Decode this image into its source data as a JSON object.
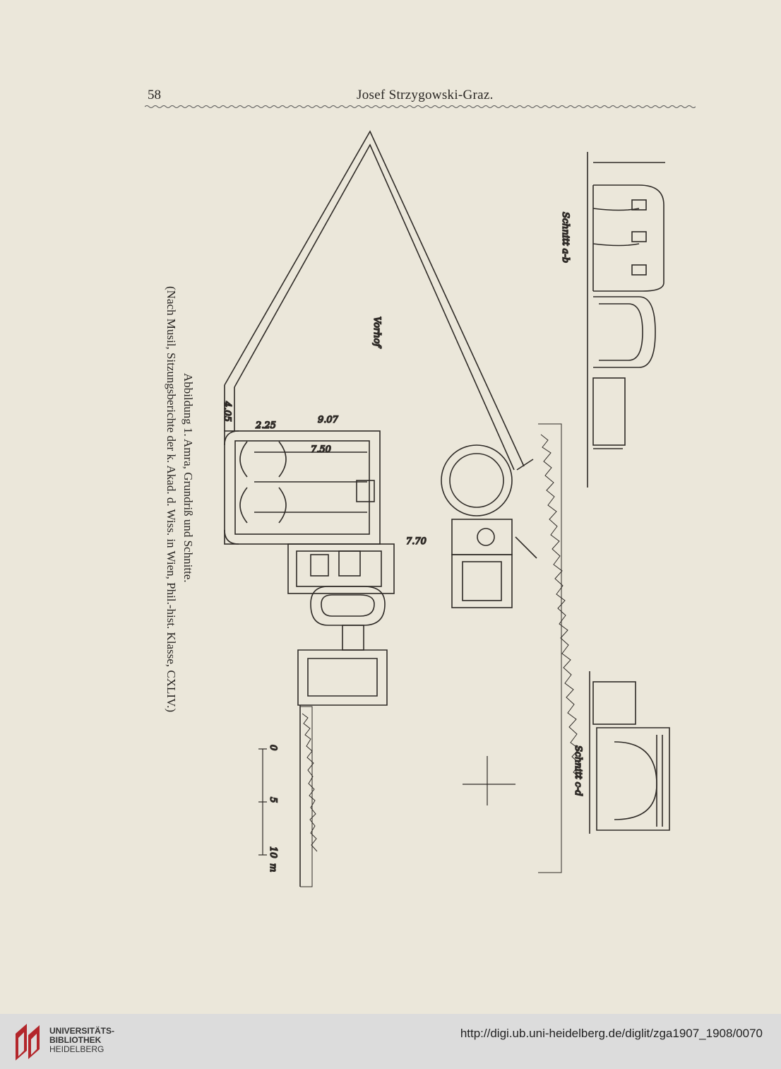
{
  "header": {
    "page_number": "58",
    "running_head": "Josef Strzygowski-Graz."
  },
  "figure": {
    "caption_line1": "Abbildung 1.  Amra, Grundriß und Schnitte.",
    "caption_line2": "(Nach Musil, Sitzungsberichte der k. Akad. d. Wiss. in Wien, Phil.-hist. Klasse, CXLIV.)",
    "labels": {
      "section_ab": "Schnitt a-b",
      "section_cd": "Schnitt c-d",
      "forecourt": "Vorhof",
      "dim_9_07": "9.07",
      "dim_7_50": "7.50",
      "dim_7_70": "7.70",
      "dim_4_05": "4.05",
      "dim_2_25": "2.25",
      "scale_0": "0",
      "scale_5": "5",
      "scale_10": "10",
      "scale_unit": "m"
    }
  },
  "footer": {
    "library_line1": "UNIVERSITÄTS-",
    "library_line2": "BIBLIOTHEK",
    "library_line3": "HEIDELBERG",
    "url": "http://digi.ub.uni-heidelberg.de/diglit/zga1907_1908/0070"
  }
}
